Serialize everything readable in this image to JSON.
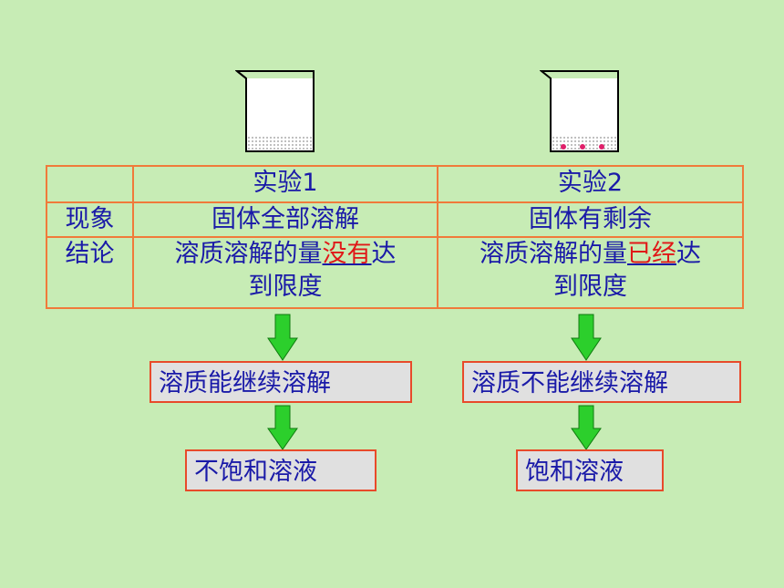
{
  "colors": {
    "background": "#c7ecb5",
    "table_border": "#f07a3a",
    "text": "#1a1aa8",
    "highlight": "#e01818",
    "box_fill": "#e0e0e0",
    "box_border": "#e84a2a",
    "arrow": "#2ccf2c"
  },
  "icons": {
    "beaker_left": "beaker-icon",
    "beaker_right": "beaker-with-sediment-icon",
    "arrow": "down-arrow-icon"
  },
  "table": {
    "header": [
      "",
      "实验1",
      "实验2"
    ],
    "row_phenomenon": {
      "label": "现象",
      "exp1": "固体全部溶解",
      "exp2": "固体有剩余"
    },
    "row_conclusion": {
      "label": "结论",
      "exp1_prefix": "溶质溶解的量",
      "exp1_highlight": "没有",
      "exp1_suffix": "达",
      "exp1_line2": "到限度",
      "exp2_prefix": "溶质溶解的量",
      "exp2_highlight": "已经",
      "exp2_suffix": "达",
      "exp2_line2": "到限度"
    }
  },
  "flow": {
    "left_box1": "溶质能继续溶解",
    "left_box2": "不饱和溶液",
    "right_box1": "溶质不能继续溶解",
    "right_box2": "饱和溶液"
  }
}
